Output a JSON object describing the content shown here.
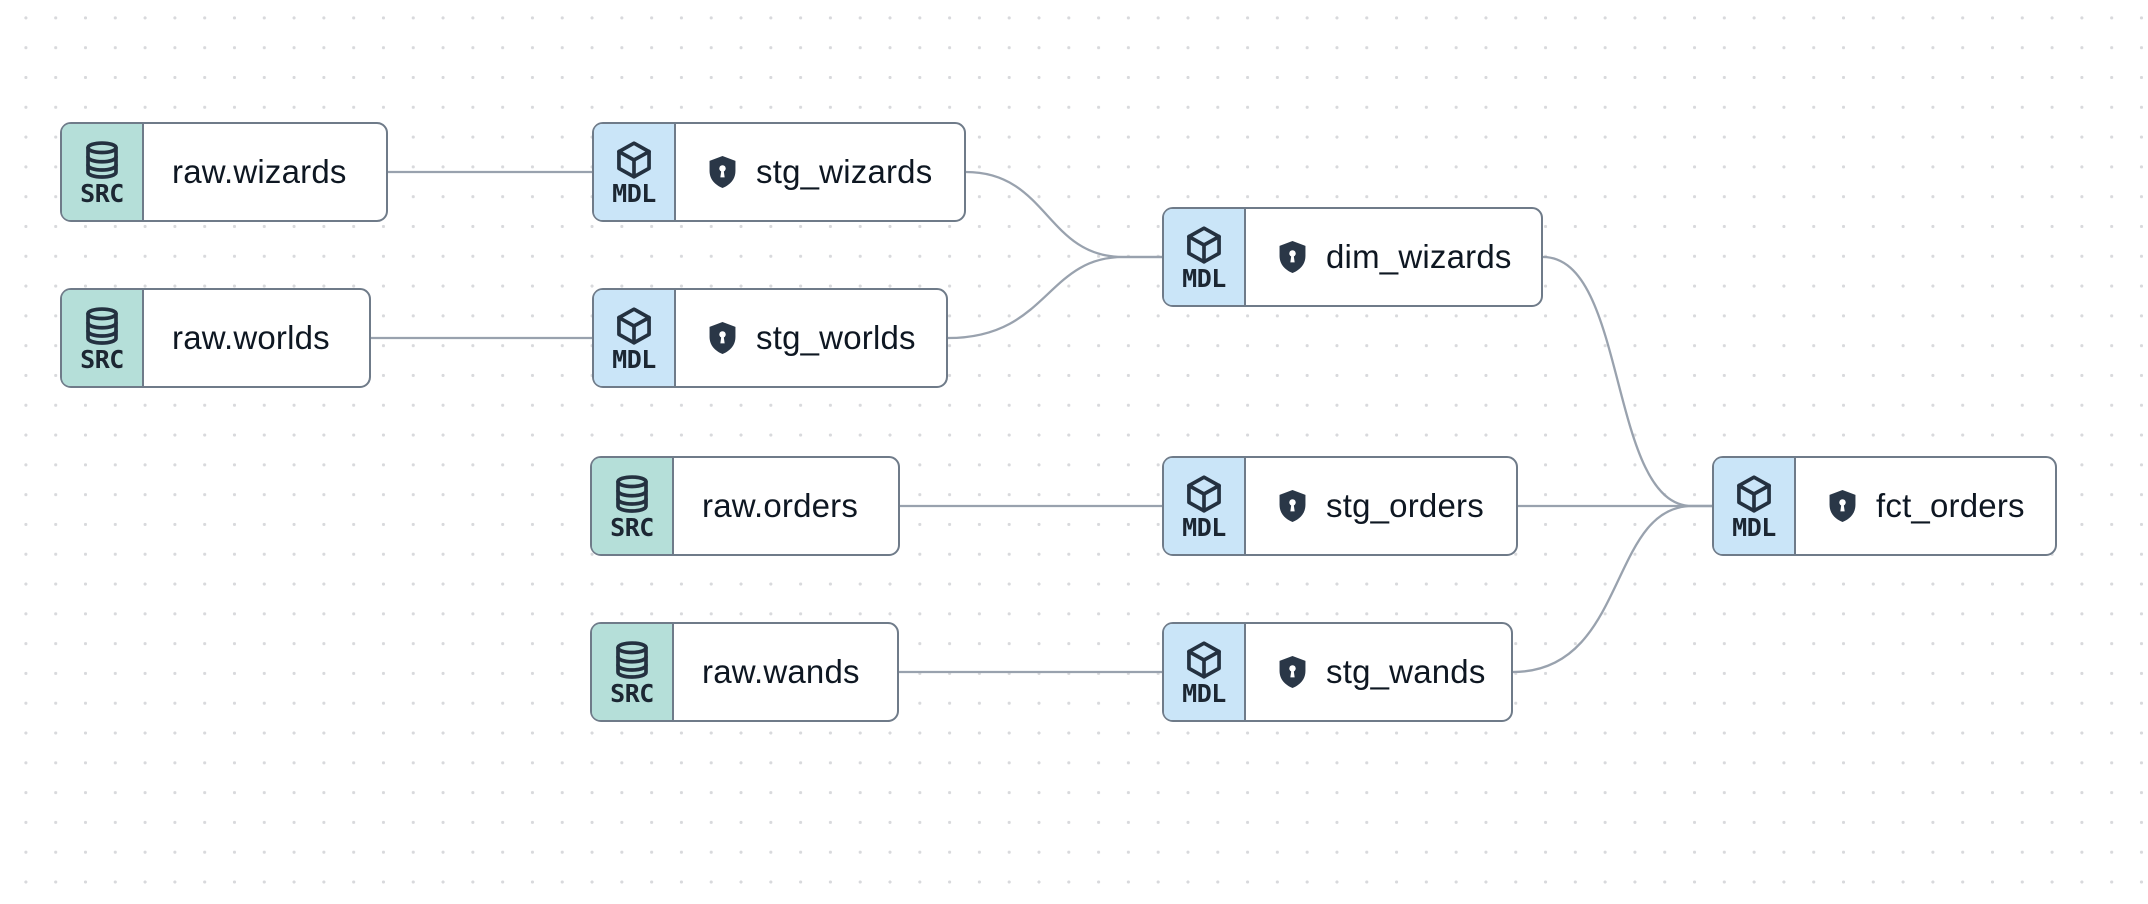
{
  "graph": {
    "badge_labels": {
      "source": "SRC",
      "model": "MDL"
    },
    "colors": {
      "source_badge_bg": "#b5dfd9",
      "model_badge_bg": "#cae5f8",
      "node_border": "#6f7b89",
      "node_bg": "#ffffff",
      "edge": "#99a2ae",
      "label_text": "#0e1722",
      "badge_text": "#1c2733",
      "shield_fill": "#2a3747",
      "dot_grid": "#d8d9dc"
    },
    "icons": {
      "source": "database-icon",
      "model": "cube-icon",
      "protection": "shield-keyhole-icon"
    }
  },
  "nodes": [
    {
      "id": "raw-wizards",
      "kind": "source",
      "badge": "SRC",
      "label": "raw.wizards",
      "protected": false
    },
    {
      "id": "stg-wizards",
      "kind": "model",
      "badge": "MDL",
      "label": "stg_wizards",
      "protected": true
    },
    {
      "id": "raw-worlds",
      "kind": "source",
      "badge": "SRC",
      "label": "raw.worlds",
      "protected": false
    },
    {
      "id": "stg-worlds",
      "kind": "model",
      "badge": "MDL",
      "label": "stg_worlds",
      "protected": true
    },
    {
      "id": "dim-wizards",
      "kind": "model",
      "badge": "MDL",
      "label": "dim_wizards",
      "protected": true
    },
    {
      "id": "raw-orders",
      "kind": "source",
      "badge": "SRC",
      "label": "raw.orders",
      "protected": false
    },
    {
      "id": "stg-orders",
      "kind": "model",
      "badge": "MDL",
      "label": "stg_orders",
      "protected": true
    },
    {
      "id": "raw-wands",
      "kind": "source",
      "badge": "SRC",
      "label": "raw.wands",
      "protected": false
    },
    {
      "id": "stg-wands",
      "kind": "model",
      "badge": "MDL",
      "label": "stg_wands",
      "protected": true
    },
    {
      "id": "fct-orders",
      "kind": "model",
      "badge": "MDL",
      "label": "fct_orders",
      "protected": true
    }
  ],
  "edges": [
    {
      "from": "raw.wizards",
      "to": "stg_wizards"
    },
    {
      "from": "raw.worlds",
      "to": "stg_worlds"
    },
    {
      "from": "raw.orders",
      "to": "stg_orders"
    },
    {
      "from": "raw.wands",
      "to": "stg_wands"
    },
    {
      "from": "stg_wizards",
      "to": "dim_wizards"
    },
    {
      "from": "stg_worlds",
      "to": "dim_wizards"
    },
    {
      "from": "dim_wizards",
      "to": "fct_orders"
    },
    {
      "from": "stg_orders",
      "to": "fct_orders"
    },
    {
      "from": "stg_wands",
      "to": "fct_orders"
    }
  ]
}
